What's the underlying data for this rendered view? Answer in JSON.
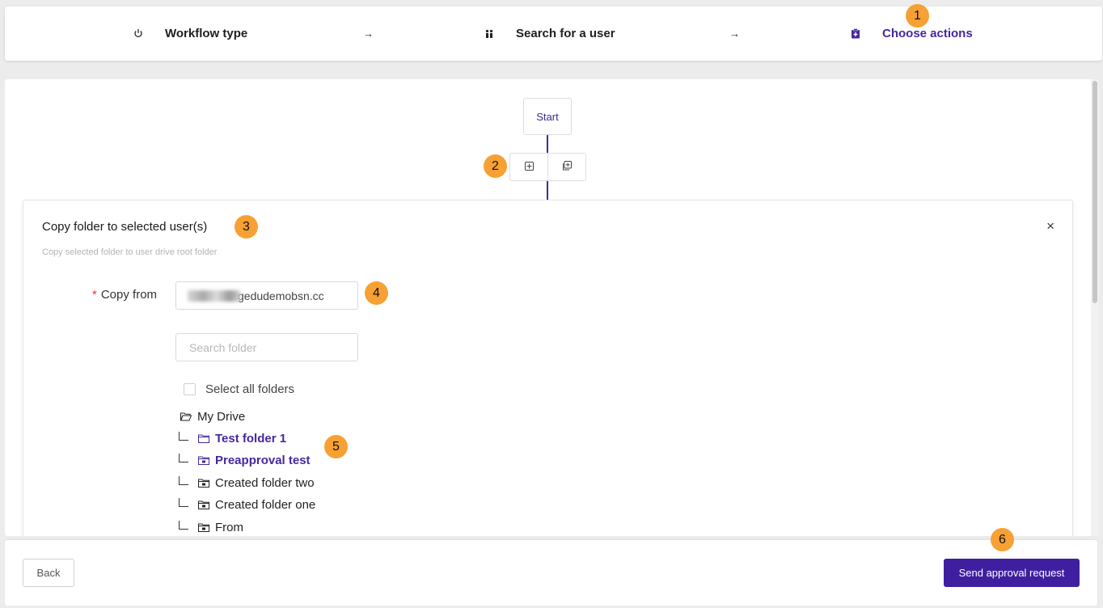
{
  "stepper": {
    "steps": [
      {
        "label": "Workflow type",
        "icon": "power-icon"
      },
      {
        "label": "Search for a user",
        "icon": "users-icon"
      },
      {
        "label": "Choose actions",
        "icon": "clipboard-icon",
        "active": true
      }
    ],
    "arrow": "→",
    "active_color": "#4527a0"
  },
  "flow": {
    "start_label": "Start",
    "add_action_icon": "plus-square-icon",
    "add_group_icon": "copy-plus-icon"
  },
  "panel": {
    "title": "Copy folder to selected user(s)",
    "close_glyph": "×",
    "description": "Copy selected folder to user drive root folder",
    "copy_from": {
      "required_mark": "*",
      "label": "Copy from",
      "value": "gedudemobsn.cc"
    },
    "search": {
      "placeholder": "Search folder",
      "value": ""
    },
    "select_all_label": "Select all folders",
    "tree": {
      "root": "My Drive",
      "items": [
        {
          "label": "Test folder 1",
          "selected": true
        },
        {
          "label": "Preapproval test",
          "selected": true
        },
        {
          "label": "Created folder two",
          "selected": false
        },
        {
          "label": "Created folder one",
          "selected": false
        },
        {
          "label": "From",
          "selected": false
        }
      ]
    }
  },
  "footer": {
    "back_label": "Back",
    "send_label": "Send approval request",
    "send_color": "#3f1fa0"
  },
  "markers": [
    "1",
    "2",
    "3",
    "4",
    "5",
    "6"
  ],
  "marker_color": "#f7a033"
}
